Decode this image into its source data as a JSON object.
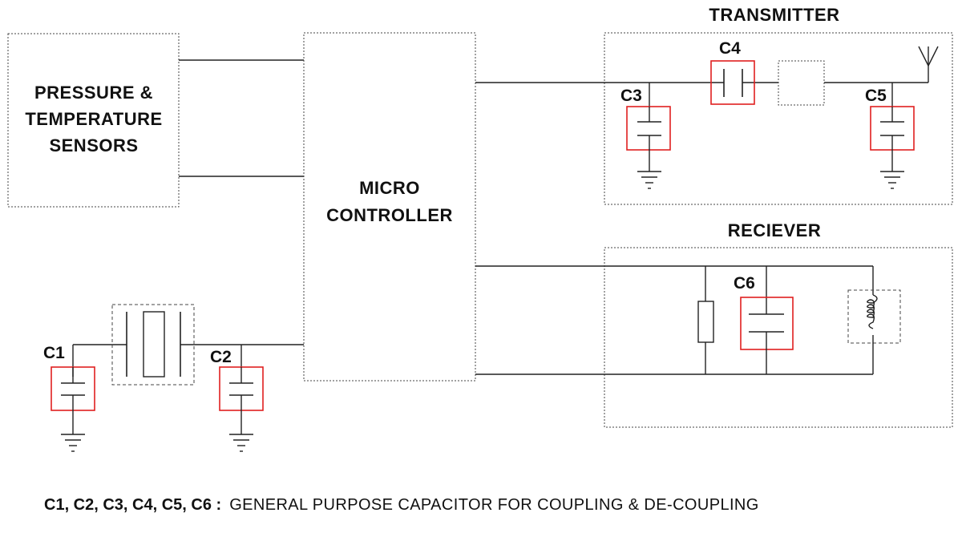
{
  "blocks": {
    "sensors": [
      "PRESSURE &",
      "TEMPERATURE",
      "SENSORS"
    ],
    "micro": [
      "MICRO",
      "CONTROLLER"
    ],
    "transmitter": "TRANSMITTER",
    "receiver": "RECIEVER"
  },
  "capacitors": {
    "c1": "C1",
    "c2": "C2",
    "c3": "C3",
    "c4": "C4",
    "c5": "C5",
    "c6": "C6"
  },
  "legend": {
    "keys": "C1, C2, C3, C4, C5, C6 :",
    "text": "GENERAL PURPOSE CAPACITOR FOR COUPLING & DE-COUPLING"
  },
  "colors": {
    "highlight": "#e02020",
    "line": "#222222"
  }
}
